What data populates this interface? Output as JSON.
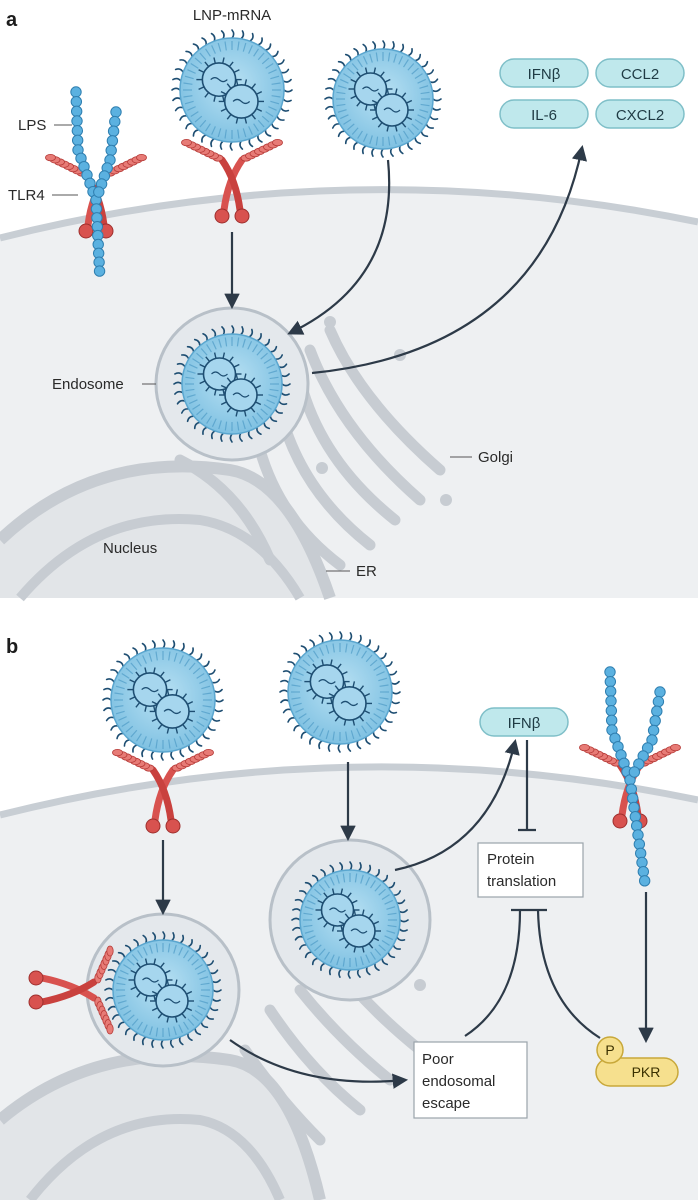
{
  "panel_a": {
    "letter": "a",
    "labels": {
      "lnp": "LNP-mRNA",
      "lps": "LPS",
      "tlr4": "TLR4",
      "endosome": "Endosome",
      "golgi": "Golgi",
      "nucleus": "Nucleus",
      "er": "ER"
    },
    "cytokines": [
      "IFNβ",
      "CCL2",
      "IL-6",
      "CXCL2"
    ]
  },
  "panel_b": {
    "letter": "b",
    "ifn": "IFNβ",
    "protein_translation": [
      "Protein",
      "translation"
    ],
    "poor_escape": [
      "Poor",
      "endosomal",
      "escape"
    ],
    "p": "P",
    "pkr": "PKR"
  },
  "colors": {
    "membrane": "#c8ced4",
    "cytoplasm": "#eef0f2",
    "lnp_fill": "#8ccbe8",
    "lnp_spike": "#1e4e72",
    "receptor": "#d8524f",
    "lps": "#5bb1e0",
    "cytokine_fill": "#bfe8ec",
    "pkr_fill": "#f6e08e",
    "arrow": "#2d3a48"
  }
}
